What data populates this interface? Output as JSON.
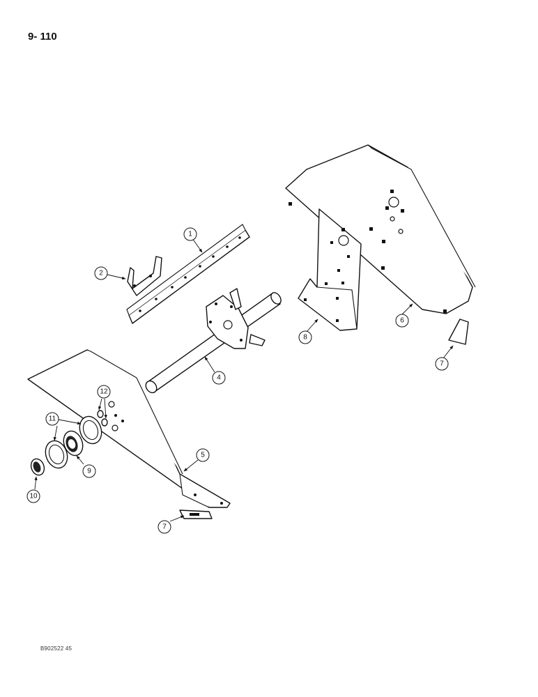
{
  "header": {
    "page_number": "9- 110"
  },
  "footer": {
    "figure_code": "B902522 45"
  },
  "callouts": {
    "c1": "1",
    "c2": "2",
    "c4": "4",
    "c5": "5",
    "c6": "6",
    "c7a": "7",
    "c7b": "7",
    "c8": "8",
    "c9": "9",
    "c10": "10",
    "c11": "11",
    "c12": "12"
  }
}
